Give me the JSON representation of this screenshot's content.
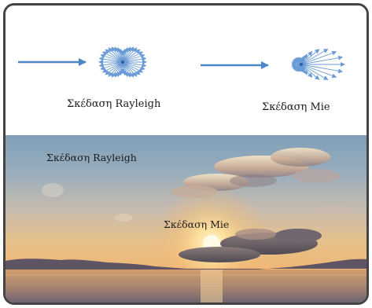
{
  "diagram": {
    "rayleigh_label": "Σκέδαση Rayleigh",
    "mie_label": "Σκέδαση  Mie"
  },
  "photo": {
    "rayleigh_label": "Σκέδαση Rayleigh",
    "mie_label": "Σκέδαση  Mie"
  },
  "colors": {
    "border": "#444444",
    "arrow_blue": "#4a86c8",
    "ray_blue": "#6a9bd6"
  }
}
